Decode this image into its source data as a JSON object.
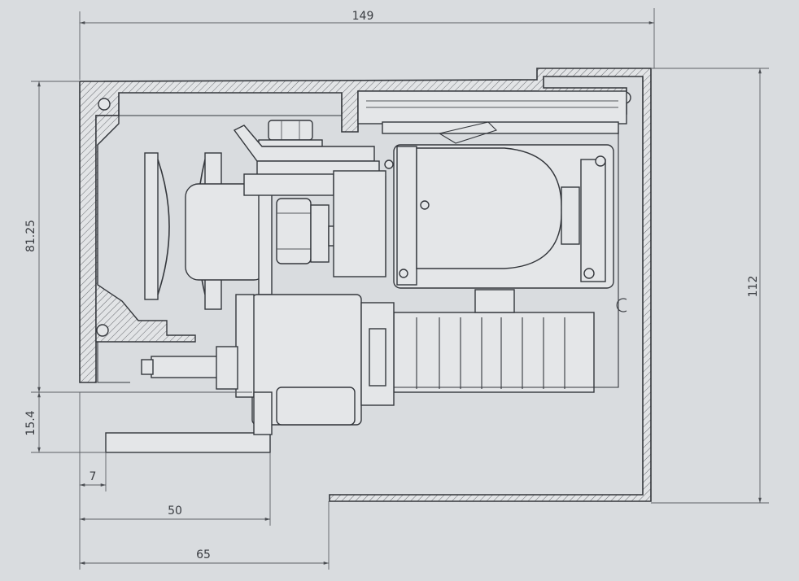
{
  "drawing": {
    "dimensions": {
      "overall_width": "149",
      "overall_height": "112",
      "inner_height": "81.25",
      "base_offset": "15.4",
      "left_offset": "7",
      "bracket_length": "50",
      "opening_length": "65"
    },
    "colors": {
      "paper": "#d9dcdf",
      "ink": "#34373c",
      "hatch": "#6a6d72"
    }
  }
}
